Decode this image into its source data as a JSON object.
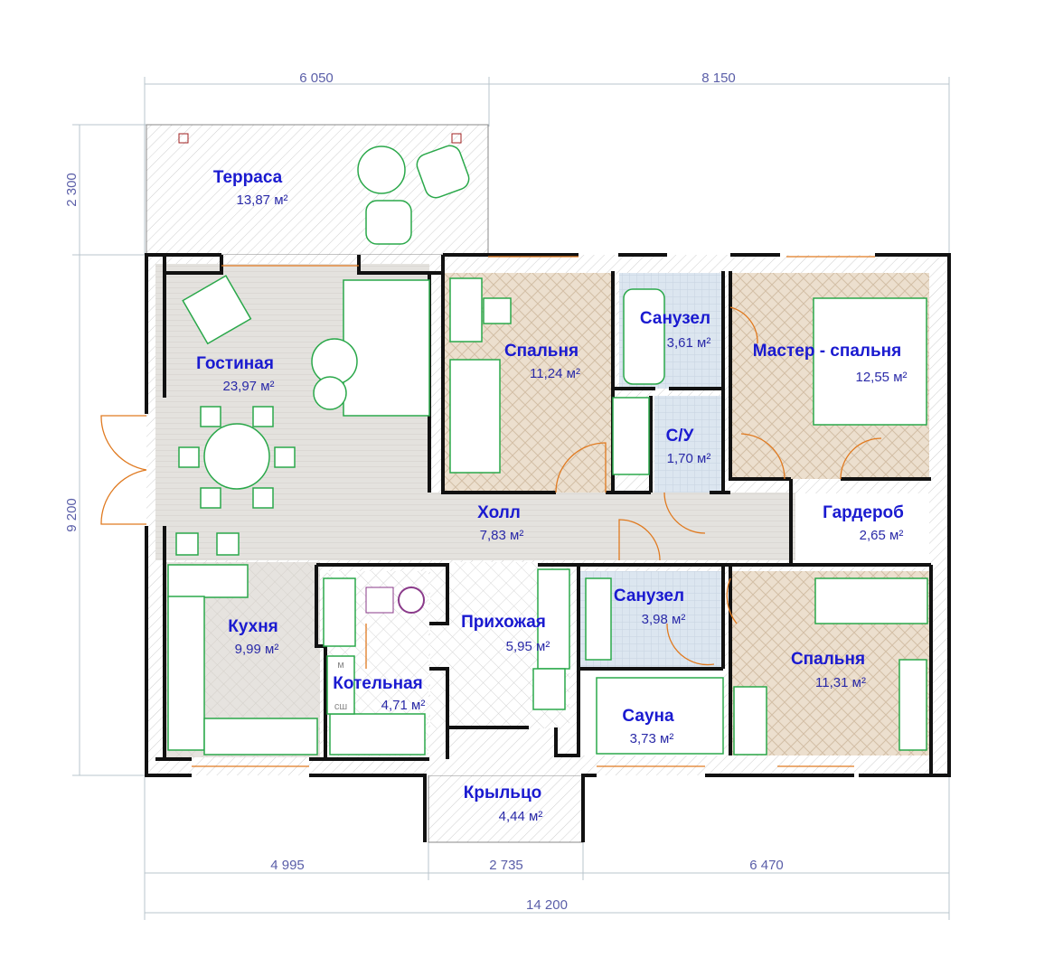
{
  "dimensions": {
    "top": [
      "6 050",
      "8 150"
    ],
    "left": [
      "2 300",
      "9 200"
    ],
    "bottom": [
      "4 995",
      "2 735",
      "6 470"
    ],
    "total": "14 200"
  },
  "rooms": {
    "terrace": {
      "name": "Терраса",
      "area": "13,87 м²"
    },
    "living": {
      "name": "Гостиная",
      "area": "23,97 м²"
    },
    "bedroom1": {
      "name": "Спальня",
      "area": "11,24 м²"
    },
    "bath1": {
      "name": "Санузел",
      "area": "3,61 м²"
    },
    "master": {
      "name": "Мастер - спальня",
      "area": "12,55 м²"
    },
    "wc": {
      "name": "С/У",
      "area": "1,70 м²"
    },
    "hall": {
      "name": "Холл",
      "area": "7,83 м²"
    },
    "wardrobe": {
      "name": "Гардероб",
      "area": "2,65 м²"
    },
    "kitchen": {
      "name": "Кухня",
      "area": "9,99 м²"
    },
    "entry": {
      "name": "Прихожая",
      "area": "5,95 м²"
    },
    "bath2": {
      "name": "Санузел",
      "area": "3,98 м²"
    },
    "boiler": {
      "name": "Котельная",
      "area": "4,71 м²"
    },
    "sauna": {
      "name": "Сауна",
      "area": "3,73 м²"
    },
    "bedroom2": {
      "name": "Спальня",
      "area": "11,31 м²"
    },
    "porch": {
      "name": "Крыльцо",
      "area": "4,44 м²"
    }
  },
  "appliance_labels": {
    "washer": "м",
    "dryer": "сш"
  },
  "colors": {
    "wall": "#111111",
    "furniture": "#2aa84a",
    "door": "#e07a20",
    "label": "#1a1ad0"
  }
}
